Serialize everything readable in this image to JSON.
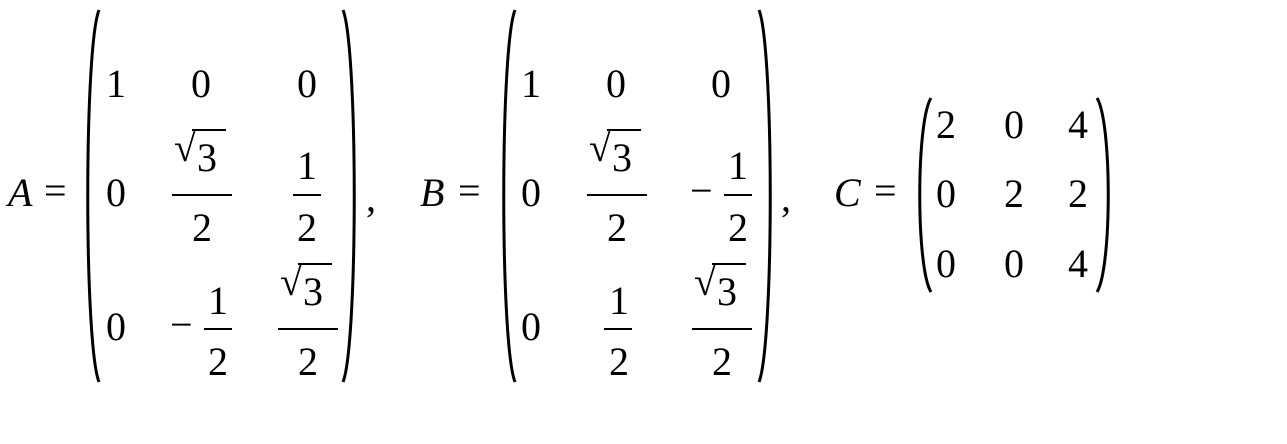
{
  "equation": {
    "matrixA": {
      "name": "A",
      "equals": "=",
      "rows": [
        [
          "1",
          "0",
          "0"
        ],
        [
          "0",
          {
            "sqrt": "3",
            "den": "2"
          },
          {
            "num": "1",
            "den": "2"
          }
        ],
        [
          "0",
          {
            "sign": "−",
            "num": "1",
            "den": "2"
          },
          {
            "sqrt": "3",
            "den": "2"
          }
        ]
      ],
      "trailing": ","
    },
    "matrixB": {
      "name": "B",
      "equals": "=",
      "rows": [
        [
          "1",
          "0",
          "0"
        ],
        [
          "0",
          {
            "sqrt": "3",
            "den": "2"
          },
          {
            "sign": "−",
            "num": "1",
            "den": "2"
          }
        ],
        [
          "0",
          {
            "num": "1",
            "den": "2"
          },
          {
            "sqrt": "3",
            "den": "2"
          }
        ]
      ],
      "trailing": ","
    },
    "matrixC": {
      "name": "C",
      "equals": "=",
      "rows": [
        [
          "2",
          "0",
          "4"
        ],
        [
          "0",
          "2",
          "2"
        ],
        [
          "0",
          "0",
          "4"
        ]
      ]
    },
    "symbols": {
      "radical": "√"
    }
  }
}
